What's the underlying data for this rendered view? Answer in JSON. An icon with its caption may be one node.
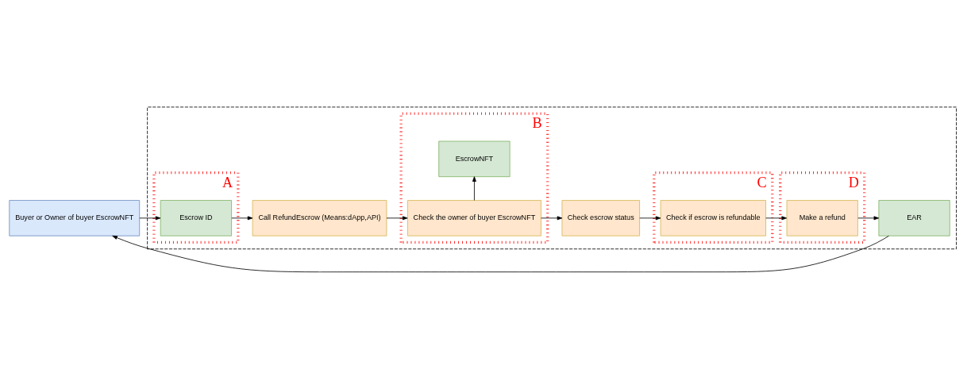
{
  "diagram": {
    "nodes": [
      {
        "text": [
          "Buyer or Owner of buyer EscrowNFT"
        ]
      },
      {
        "text": [],
        "shape": "box"
      },
      {
        "text": [
          "A"
        ],
        "in": 1
      },
      {
        "text": [
          "Escrow ID"
        ],
        "in": 2
      },
      {
        "text": [
          "Call RefundEscrow (Means:dApp,API)"
        ],
        "in": 1
      },
      {
        "text": [
          "B"
        ],
        "in": 1
      },
      {
        "text": [
          "EscrowNFT"
        ],
        "in": 5
      },
      {
        "text": [
          "Check the owner of buyer EscrowNFT"
        ],
        "in": 5
      },
      {
        "text": [
          "Check escrow status"
        ],
        "in": 1
      },
      {
        "text": [
          "C"
        ],
        "in": 1
      },
      {
        "text": [
          "Check if escrow is refundable"
        ],
        "in": 9
      },
      {
        "text": [
          "D"
        ],
        "in": 1
      },
      {
        "text": [
          "Make a refund"
        ],
        "in": 11
      },
      {
        "text": [
          "EAR"
        ],
        "in": 1
      }
    ],
    "edges": [
      {
        "from": 0,
        "to": 3,
        "arrow": "to"
      },
      {
        "from": 3,
        "to": 4,
        "arrow": "to"
      },
      {
        "from": 4,
        "to": 7,
        "arrow": "to"
      },
      {
        "from": 7,
        "to": 6,
        "arrow": "to"
      },
      {
        "from": 7,
        "to": 8,
        "arrow": "to"
      },
      {
        "from": 8,
        "to": 10,
        "arrow": "to"
      },
      {
        "from": 10,
        "to": 12,
        "arrow": "to"
      },
      {
        "from": 12,
        "to": 13,
        "arrow": "to"
      },
      {
        "from": 13,
        "to": 0,
        "arrow": "to"
      }
    ]
  }
}
